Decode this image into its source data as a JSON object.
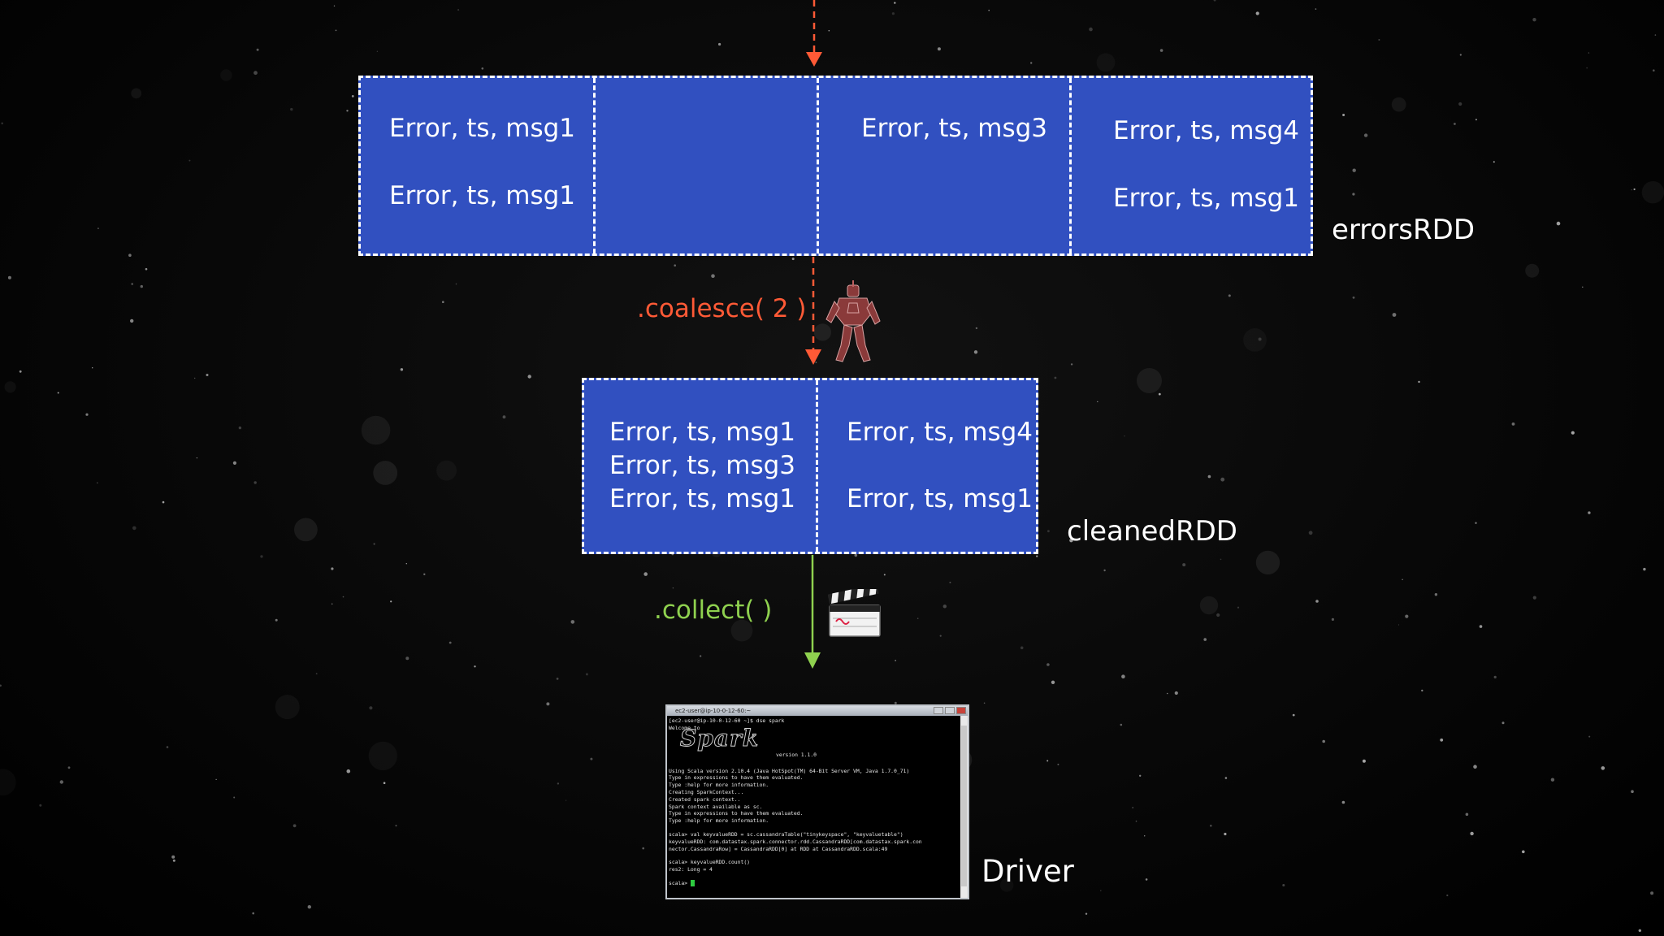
{
  "errors_rdd": {
    "label": "errorsRDD",
    "partitions": [
      [
        "Error, ts, msg1",
        "Error, ts, msg1"
      ],
      [],
      [
        "Error, ts, msg3"
      ],
      [
        "Error, ts, msg4",
        "Error, ts, msg1"
      ]
    ]
  },
  "coalesce": {
    "label": ".coalesce( 2 )",
    "color": "#ff5a36"
  },
  "cleaned_rdd": {
    "label": "cleanedRDD",
    "partitions": [
      [
        "Error, ts, msg1",
        "Error, ts, msg3",
        "Error, ts, msg1"
      ],
      [
        "Error, ts, msg4",
        "Error, ts, msg1"
      ]
    ]
  },
  "collect": {
    "label": ".collect( )",
    "color": "#8fd14f"
  },
  "driver": {
    "label": "Driver",
    "terminal": {
      "title": "ec2-user@ip-10-0-12-60:~",
      "lines": [
        "[ec2-user@ip-10-0-12-60 ~]$ dse spark",
        "Welcome to",
        "Spark",
        "version 1.1.0",
        "Using Scala version 2.10.4 (Java HotSpot(TM) 64-Bit Server VM, Java 1.7.0_71)",
        "Type in expressions to have them evaluated.",
        "Type :help for more information.",
        "Creating SparkContext...",
        "Created spark context..",
        "Spark context available as sc.",
        "Type in expressions to have them evaluated.",
        "Type :help for more information.",
        "scala> val keyvalueRDD = sc.cassandraTable(\"tinykeyspace\", \"keyvaluetable\")",
        "keyvalueRDD: com.datastax.spark.connector.rdd.CassandraRDD[com.datastax.spark.con",
        "nector.CassandraRow] = CassandraRDD[0] at RDD at CassandraRDD.scala:49",
        "scala> keyvalueRDD.count()",
        "res2: Long = 4",
        "scala> "
      ]
    }
  },
  "colors": {
    "partition_fill": "#3150c0",
    "dash_border": "#ffffff",
    "background": "#050505"
  },
  "icons": [
    "transformer-robot-icon",
    "clapperboard-icon"
  ]
}
